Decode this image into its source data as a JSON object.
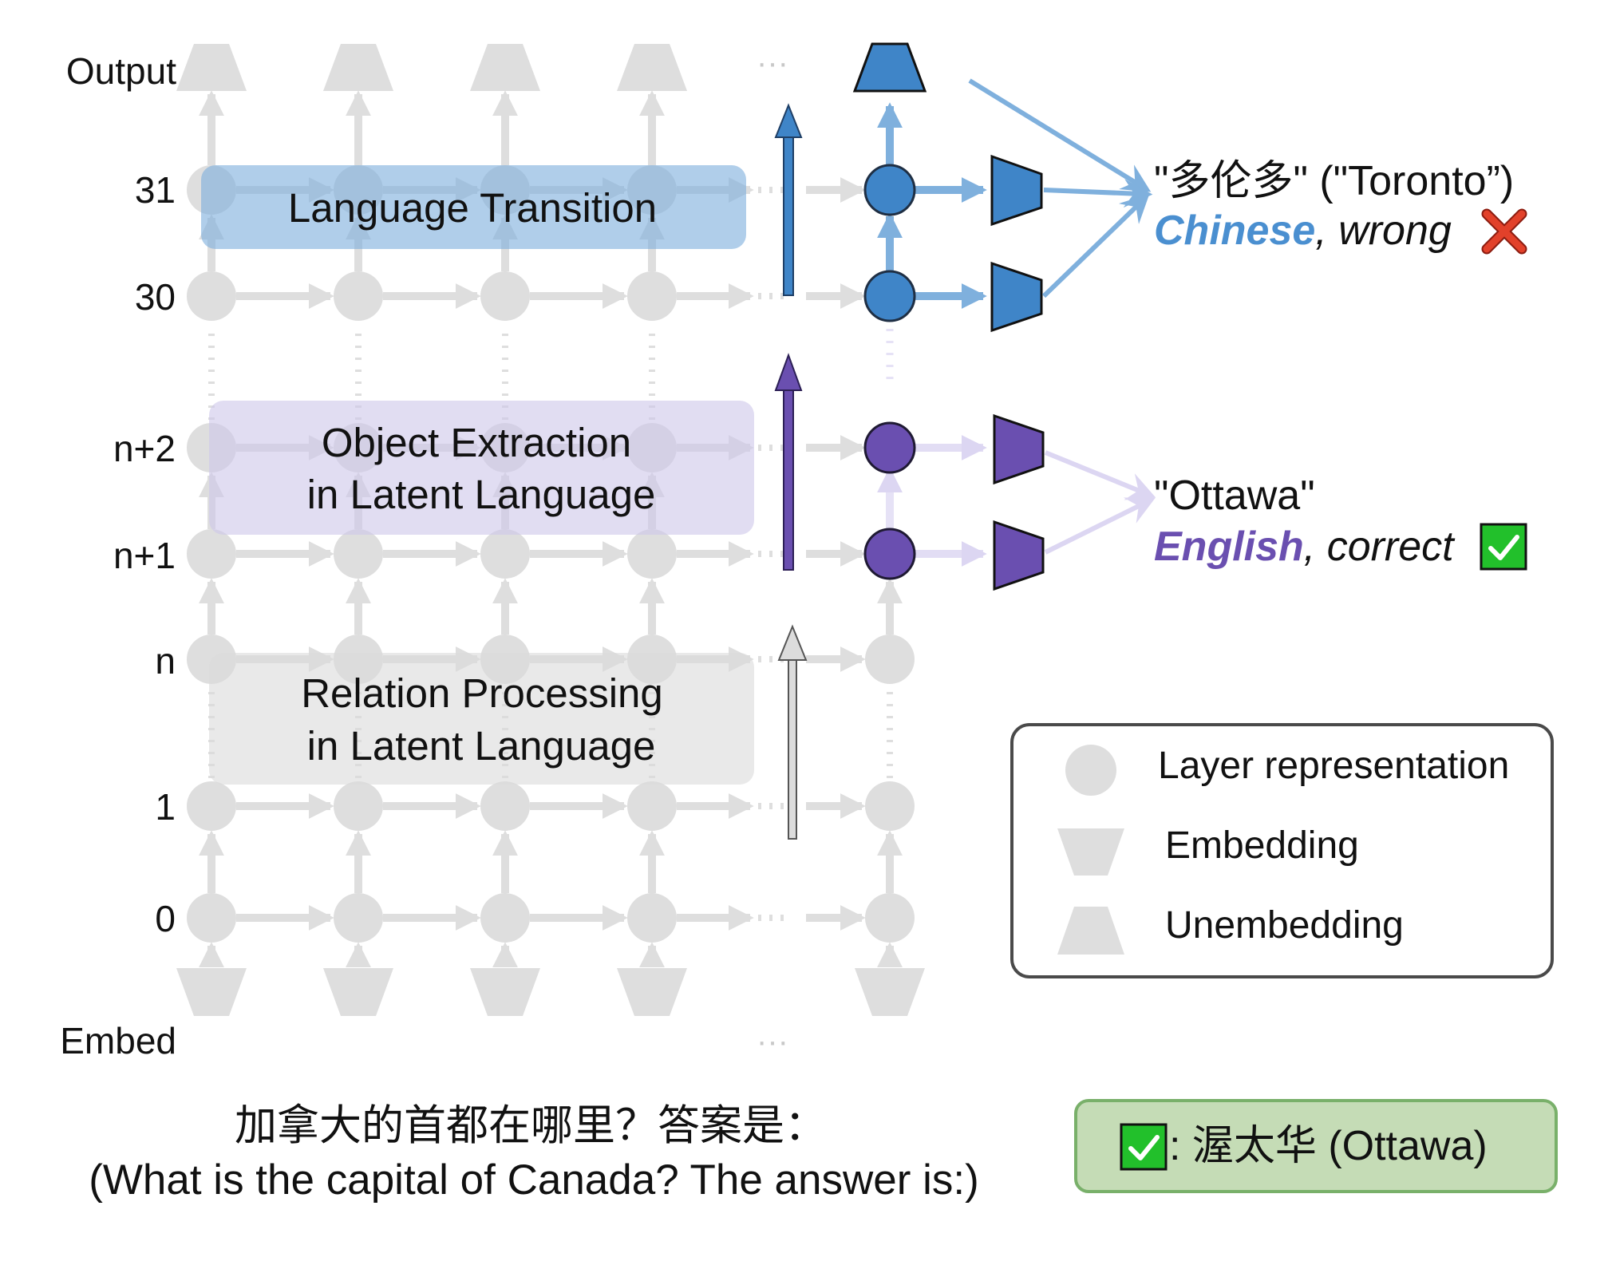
{
  "row_labels": {
    "output": "Output",
    "l31": "31",
    "l30": "30",
    "ln2": "n+2",
    "ln1": "n+1",
    "ln": "n",
    "l1": "1",
    "l0": "0",
    "embed": "Embed"
  },
  "ellipsis": "···",
  "stages": {
    "language_transition": {
      "line1": "Language Transition",
      "color": "#7fb0dd"
    },
    "object_extraction": {
      "line1": "Object Extraction",
      "line2": "in Latent Language",
      "color": "#cfc8ea"
    },
    "relation_processing": {
      "line1": "Relation Processing",
      "line2": "in Latent Language",
      "color": "#dcdcdc"
    }
  },
  "answers": {
    "chinese": {
      "quote": "\"多伦多\" (\"Toronto”)",
      "language": "Chinese",
      "verdict": ", wrong",
      "language_color": "#4a8fd0",
      "mark_icon": "cross-icon"
    },
    "english": {
      "quote": "\"Ottawa\"",
      "language": "English",
      "verdict": ", correct",
      "language_color": "#6a4fb0",
      "mark_icon": "check-icon"
    }
  },
  "legend": {
    "layer_representation": "Layer representation",
    "embedding": "Embedding",
    "unembedding": "Unembedding"
  },
  "prompt": {
    "chinese": "加拿大的首都在哪里？答案是：",
    "english": "(What is the capital of Canada? The answer is:)"
  },
  "final_answer": {
    "text": ": 渥太华 (Ottawa)",
    "icon": "check-icon",
    "bg_color": "#c5dcb6",
    "border_color": "#79b06a"
  },
  "colors": {
    "grid_gray": "#dedede",
    "blue": "#3f85c8",
    "purple": "#6a4fb0",
    "check_green": "#22c02b",
    "cross_red": "#e2412a"
  }
}
